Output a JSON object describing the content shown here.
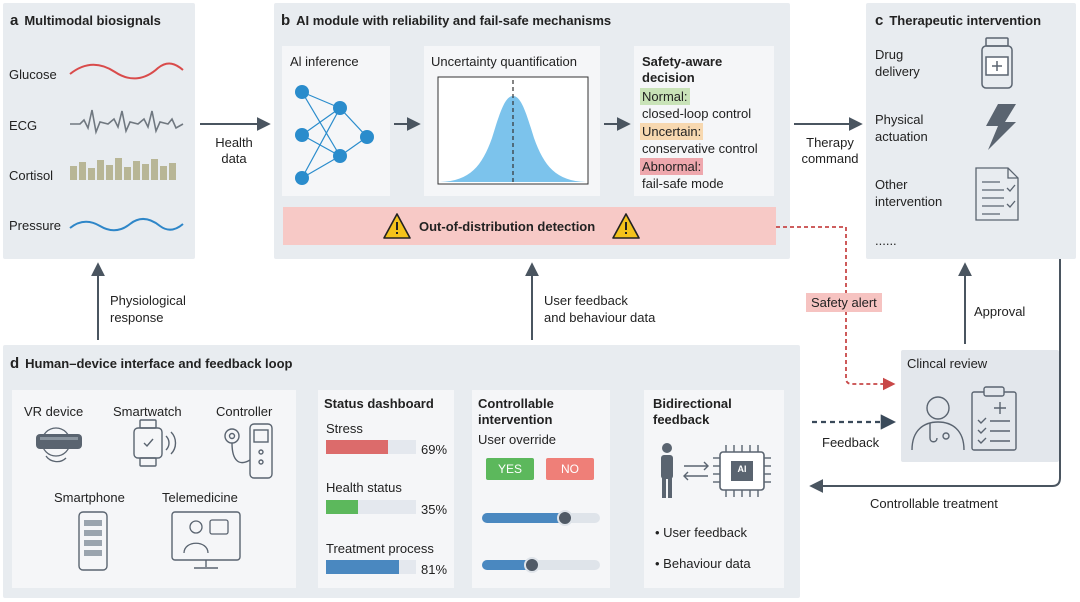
{
  "panel_a": {
    "letter": "a",
    "title": "Multimodal biosignals",
    "signals": [
      "Glucose",
      "ECG",
      "Cortisol",
      "Pressure"
    ]
  },
  "panel_b": {
    "letter": "b",
    "title": "AI module with reliability and fail-safe mechanisms",
    "ai_inference": "Al inference",
    "uncertainty": "Uncertainty quantification",
    "decision_title_1": "Safety-aware",
    "decision_title_2": "decision",
    "normal": "Normal:",
    "normal_desc": "closed-loop control",
    "uncertain": "Uncertain:",
    "uncertain_desc": "conservative control",
    "abnormal": "Abnormal:",
    "abnormal_desc": "fail-safe mode",
    "ood": "Out-of-distribution detection"
  },
  "panel_c": {
    "letter": "c",
    "title": "Therapeutic intervention",
    "items": [
      {
        "line1": "Drug",
        "line2": "delivery"
      },
      {
        "line1": "Physical",
        "line2": "actuation"
      },
      {
        "line1": "Other",
        "line2": "intervention"
      }
    ],
    "more": "......"
  },
  "flows": {
    "health_1": "Health",
    "health_2": "data",
    "therapy_1": "Therapy",
    "therapy_2": "command",
    "physio_1": "Physiological",
    "physio_2": "response",
    "user_fb_1": "User feedback",
    "user_fb_2": "and behaviour data",
    "safety_alert": "Safety alert",
    "approval": "Approval",
    "feedback": "Feedback",
    "controllable_treatment": "Controllable treatment"
  },
  "panel_d": {
    "letter": "d",
    "title": "Human–device interface and feedback loop",
    "devices": [
      "VR device",
      "Smartwatch",
      "Controller",
      "Smartphone",
      "Telemedicine"
    ],
    "dashboard": {
      "title": "Status dashboard",
      "metrics": [
        {
          "label": "Stress",
          "value": 0.69,
          "pct": "69%",
          "color": "#dc6b6b"
        },
        {
          "label": "Health status",
          "value": 0.35,
          "pct": "35%",
          "color": "#5cb85c"
        },
        {
          "label": "Treatment process",
          "value": 0.81,
          "pct": "81%",
          "color": "#4a88c0"
        }
      ]
    },
    "controllable": {
      "title_1": "Controllable",
      "title_2": "intervention",
      "override": "User override",
      "yes": "YES",
      "no": "NO",
      "slider1": 0.7,
      "slider2": 0.42
    },
    "bidirectional": {
      "title_1": "Bidirectional",
      "title_2": "feedback",
      "chip": "AI",
      "items": [
        "• User feedback",
        "• Behaviour data"
      ]
    }
  },
  "clinical_review": "Clincal review",
  "colors": {
    "normal": "#c9e3b8",
    "uncertain": "#f7d8b0",
    "abnormal": "#eea7ad",
    "ood_bg": "#f7c9c6",
    "alert_bg": "#f6c3c1",
    "arrow": "#4a5560",
    "node": "#2a8ccc",
    "bell": "#7cc3ec",
    "red": "#c84848"
  }
}
